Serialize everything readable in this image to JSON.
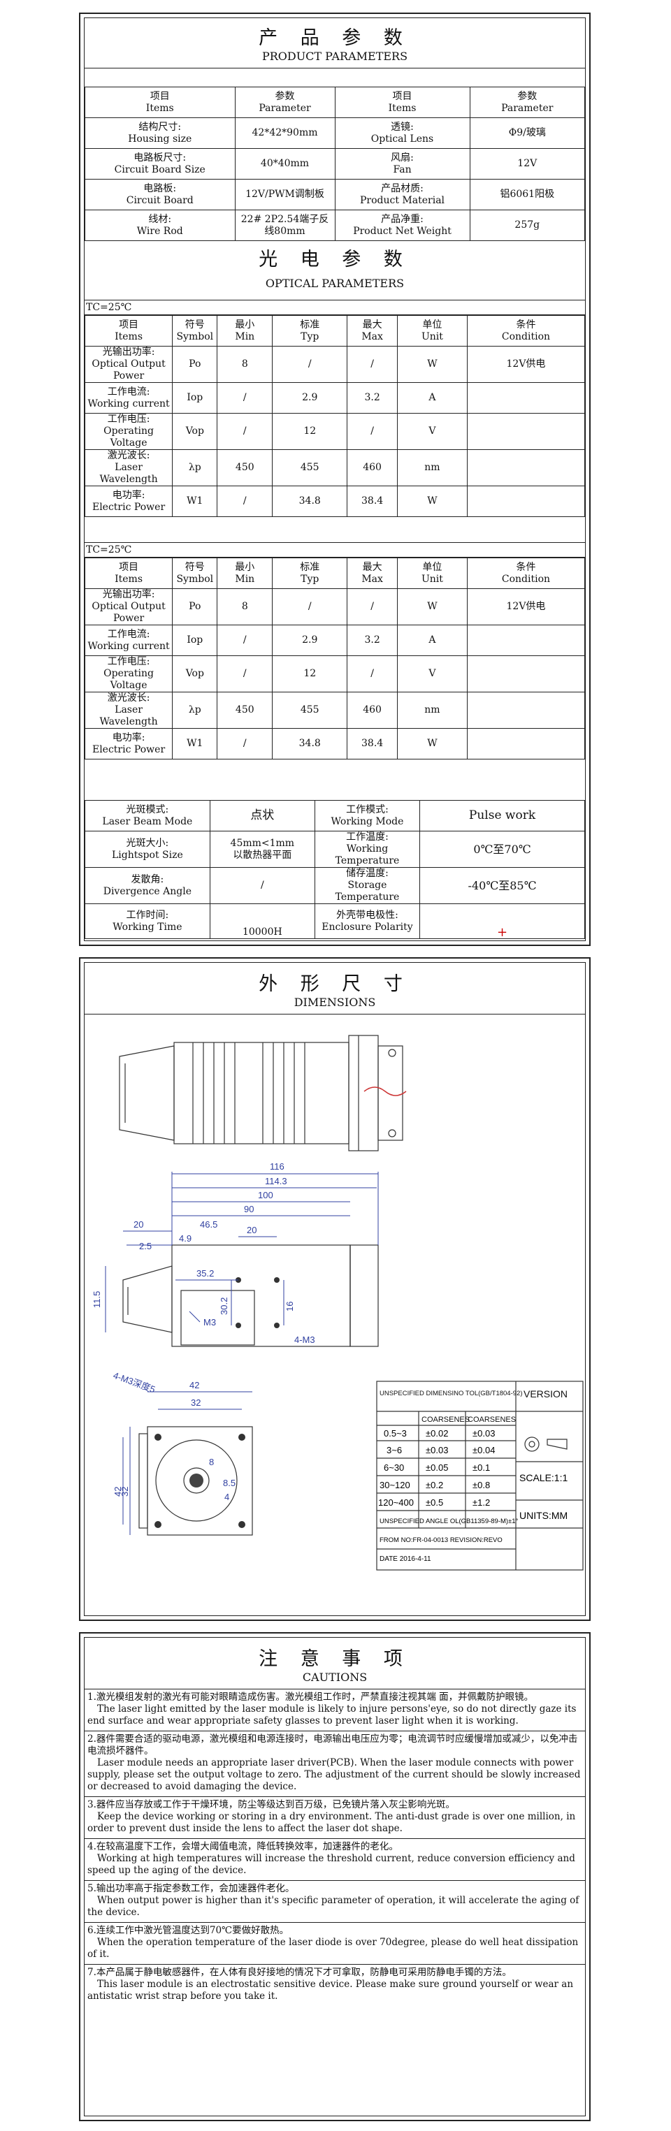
{
  "product": {
    "title_zh": "产 品 参 数",
    "title_en": "PRODUCT PARAMETERS",
    "headers": [
      {
        "zh": "项目",
        "en": "Items"
      },
      {
        "zh": "参数",
        "en": "Parameter"
      },
      {
        "zh": "项目",
        "en": "Items"
      },
      {
        "zh": "参数",
        "en": "Parameter"
      }
    ],
    "rows": [
      {
        "a_zh": "结构尺寸:",
        "a_en": "Housing size",
        "a_val": "42*42*90mm",
        "b_zh": "透镜:",
        "b_en": "Optical Lens",
        "b_val": "Φ9/玻璃"
      },
      {
        "a_zh": "电路板尺寸:",
        "a_en": "Circuit Board Size",
        "a_val": "40*40mm",
        "b_zh": "风扇:",
        "b_en": "Fan",
        "b_val": "12V"
      },
      {
        "a_zh": "电路板:",
        "a_en": "Circuit Board",
        "a_val": "12V/PWM调制板",
        "b_zh": "产品材质:",
        "b_en": "Product Material",
        "b_val": "铝6061阳极"
      },
      {
        "a_zh": "线材:",
        "a_en": "Wire Rod",
        "a_val": "22# 2P2.54端子反线80mm",
        "b_zh": "产品净重:",
        "b_en": "Product Net Weight",
        "b_val": "257g"
      }
    ]
  },
  "optical": {
    "title_zh": "光 电 参 数",
    "title_en": "OPTICAL PARAMETERS",
    "tc": "TC=25℃",
    "headers": [
      {
        "zh": "项目",
        "en": "Items"
      },
      {
        "zh": "符号",
        "en": "Symbol"
      },
      {
        "zh": "最小",
        "en": "Min"
      },
      {
        "zh": "标准",
        "en": "Typ"
      },
      {
        "zh": "最大",
        "en": "Max"
      },
      {
        "zh": "单位",
        "en": "Unit"
      },
      {
        "zh": "条件",
        "en": "Condition"
      }
    ],
    "rows": [
      {
        "zh": "光输出功率:",
        "en": "Optical Output Power",
        "sym": "Po",
        "min": "8",
        "typ": "/",
        "max": "/",
        "unit": "W",
        "cond": "12V供电"
      },
      {
        "zh": "工作电流:",
        "en": "Working current",
        "sym": "Iop",
        "min": "/",
        "typ": "2.9",
        "max": "3.2",
        "unit": "A",
        "cond": ""
      },
      {
        "zh": "工作电压:",
        "en": "Operating Voltage",
        "sym": "Vop",
        "min": "/",
        "typ": "12",
        "max": "/",
        "unit": "V",
        "cond": ""
      },
      {
        "zh": "激光波长:",
        "en": "Laser Wavelength",
        "sym": "λp",
        "min": "450",
        "typ": "455",
        "max": "460",
        "unit": "nm",
        "cond": ""
      },
      {
        "zh": "电功率:",
        "en": "Electric Power",
        "sym": "W1",
        "min": "/",
        "typ": "34.8",
        "max": "38.4",
        "unit": "W",
        "cond": ""
      }
    ]
  },
  "modes": {
    "rows": [
      {
        "a_zh": "光斑模式:",
        "a_en": "Laser Beam Mode",
        "a_val": "点状",
        "b_zh": "工作模式:",
        "b_en": "Working Mode",
        "b_val": "Pulse work"
      },
      {
        "a_zh": "光斑大小:",
        "a_en": "Lightspot Size",
        "a_val1": "45mm<1mm",
        "a_val2": "以散热器平面",
        "b_zh": "工作温度:",
        "b_en": "Working Temperature",
        "b_val": "0℃至70℃"
      },
      {
        "a_zh": "发散角:",
        "a_en": "Divergence Angle",
        "a_val": "/",
        "b_zh": "储存温度:",
        "b_en": "Storage Temperature",
        "b_val": "-40℃至85℃"
      },
      {
        "a_zh": "工作时间:",
        "a_en": "Working Time",
        "a_val": "10000H",
        "b_zh": "外壳带电极性:",
        "b_en": "Enclosure Polarity",
        "b_val": "+"
      }
    ]
  },
  "dimensions": {
    "title_zh": "外 形 尺 寸",
    "title_en": "DIMENSIONS",
    "dims": {
      "d116": "116",
      "d1143": "114.3",
      "d100": "100",
      "d90": "90",
      "d20a": "20",
      "d465": "46.5",
      "d49": "4.9",
      "d25": "2.5",
      "d352": "35.2",
      "d20b": "20",
      "d115": "11.5",
      "d302": "30.2",
      "d16": "16",
      "m3a": "M3",
      "m3b": "4-M3",
      "d42": "42",
      "d32a": "32",
      "m3c": "4-M3深度5",
      "d32b": "32",
      "d42b": "42",
      "d8": "8",
      "d85": "8.5",
      "d4": "4"
    },
    "tol": {
      "header": "UNSPECIFIED DIMENSINO TOL(GB/T1804-92)",
      "version": "VERSION",
      "cols": [
        "COARSENES",
        "COARSENES"
      ],
      "rows": [
        {
          "range": "0.5~3",
          "a": "±0.02",
          "b": "±0.03"
        },
        {
          "range": "3~6",
          "a": "±0.03",
          "b": "±0.04"
        },
        {
          "range": "6~30",
          "a": "±0.05",
          "b": "±0.1"
        },
        {
          "range": "30~120",
          "a": "±0.2",
          "b": "±0.8"
        },
        {
          "range": "120~400",
          "a": "±0.5",
          "b": "±1.2"
        }
      ],
      "scale": "SCALE:1:1",
      "angle": "UNSPECIFIED ANGLE OL(GB11359-89-M)±1°",
      "units": "UNITS:MM",
      "from": "FROM NO:FR-04-0013 REVISION:REVO",
      "date": "DATE 2016-4-11"
    }
  },
  "cautions": {
    "title_zh": "注 意 事 项",
    "title_en": "CAUTIONS",
    "items": [
      {
        "zh": "1.激光模组发射的激光有可能对眼睛造成伤害。激光模组工作时，严禁直接注视其端 面，并佩戴防护眼镜。",
        "en": "The laser light emitted by the laser module is likely to injure persons'eye, so do not directly gaze its end surface and wear appropriate safety glasses to prevent laser light when it is working."
      },
      {
        "zh": "2.器件需要合适的驱动电源，激光模组和电源连接时，电源输出电压应为零；电流调节时应缓慢增加或减少，以免冲击电流损坏器件。",
        "en": "Laser module needs an appropriate laser driver(PCB). When the laser module connects with power supply, please set the output voltage to zero. The adjustment of the current should be slowly increased or decreased to avoid damaging the device."
      },
      {
        "zh": "3.器件应当存放或工作于干燥环境，防尘等级达到百万级，已免镜片落入灰尘影响光斑。",
        "en": "Keep the device working or storing in a dry environment. The anti-dust grade is over one million, in order to prevent dust inside the lens to affect the laser dot shape."
      },
      {
        "zh": "4.在较高温度下工作，会增大阈值电流，降低转换效率，加速器件的老化。",
        "en": "Working at high temperatures will increase the threshold current, reduce conversion efficiency and speed up the aging of the device."
      },
      {
        "zh": "5.输出功率高于指定参数工作，会加速器件老化。",
        "en": "When output power is higher than it's specific parameter of operation, it will accelerate the aging of the device."
      },
      {
        "zh": "6.连续工作中激光管温度达到70℃要做好散热。",
        "en": "When the operation temperature of the laser diode is over 70degree, please do well heat dissipation of it."
      },
      {
        "zh": "7.本产品属于静电敏感器件，在人体有良好接地的情况下才可拿取，防静电可采用防静电手镯的方法。",
        "en": "This laser module is an electrostatic sensitive device. Please make sure ground yourself or wear an antistatic wrist strap before you take it."
      }
    ]
  }
}
